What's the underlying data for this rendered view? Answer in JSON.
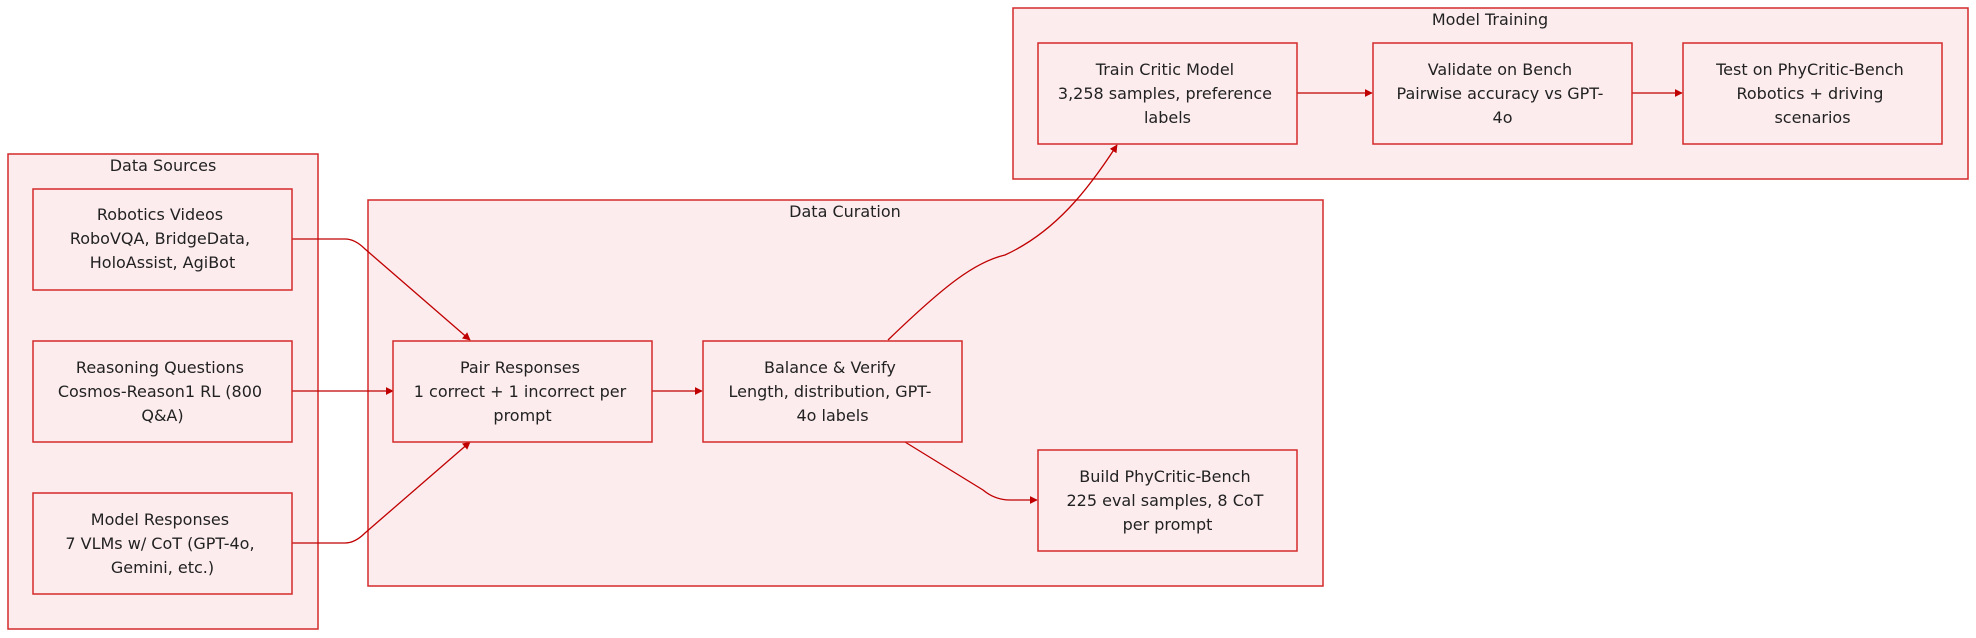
{
  "colors": {
    "fill": "#fcecee",
    "stroke": "#d42a2a",
    "edge": "#c00000",
    "text": "#222222"
  },
  "clusters": {
    "sources": {
      "title": "Data Sources"
    },
    "curation": {
      "title": "Data Curation"
    },
    "training": {
      "title": "Model Training"
    }
  },
  "nodes": {
    "robotics_videos": {
      "lines": [
        "Robotics Videos",
        "RoboVQA, BridgeData,",
        "HoloAssist, AgiBot"
      ]
    },
    "reasoning_questions": {
      "lines": [
        "Reasoning Questions",
        "Cosmos-Reason1 RL (800",
        "Q&A)"
      ]
    },
    "model_responses": {
      "lines": [
        "Model Responses",
        "7 VLMs w/ CoT (GPT-4o,",
        "Gemini, etc.)"
      ]
    },
    "pair_responses": {
      "lines": [
        "Pair Responses",
        "1 correct + 1 incorrect per",
        "prompt"
      ]
    },
    "balance_verify": {
      "lines": [
        "Balance & Verify",
        "Length, distribution, GPT-",
        "4o labels"
      ]
    },
    "build_bench": {
      "lines": [
        "Build PhyCritic-Bench",
        "225 eval samples, 8 CoT",
        "per prompt"
      ]
    },
    "train_critic": {
      "lines": [
        "Train Critic Model",
        "3,258 samples, preference",
        "labels"
      ]
    },
    "validate_bench": {
      "lines": [
        "Validate on Bench",
        "Pairwise accuracy vs GPT-",
        "4o"
      ]
    },
    "test_bench": {
      "lines": [
        "Test on PhyCritic-Bench",
        "Robotics + driving",
        "scenarios"
      ]
    }
  },
  "edges": [
    {
      "from": "robotics_videos",
      "to": "pair_responses"
    },
    {
      "from": "reasoning_questions",
      "to": "pair_responses"
    },
    {
      "from": "model_responses",
      "to": "pair_responses"
    },
    {
      "from": "pair_responses",
      "to": "balance_verify"
    },
    {
      "from": "balance_verify",
      "to": "train_critic"
    },
    {
      "from": "balance_verify",
      "to": "build_bench"
    },
    {
      "from": "train_critic",
      "to": "validate_bench"
    },
    {
      "from": "validate_bench",
      "to": "test_bench"
    }
  ]
}
